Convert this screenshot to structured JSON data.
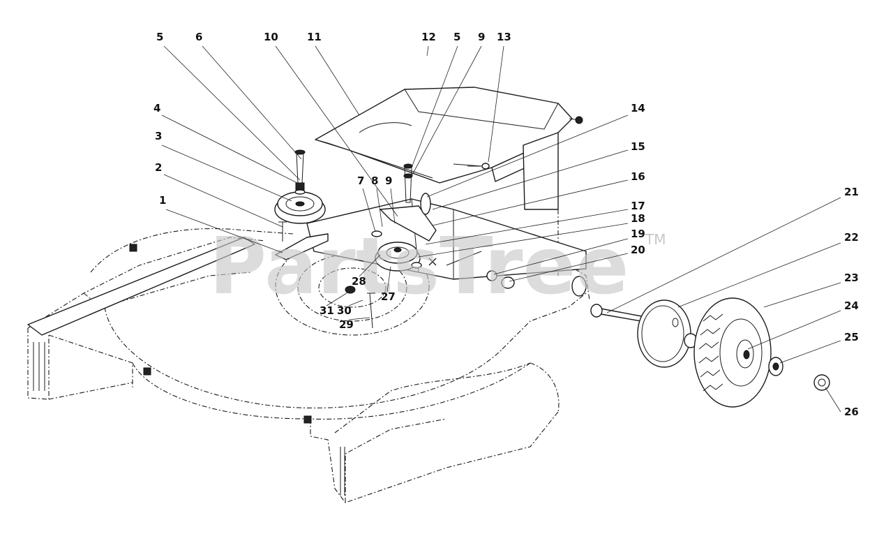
{
  "watermark": {
    "text": "PartsTree",
    "trademark": "TM"
  },
  "callouts": [
    {
      "id": "c1",
      "label": "1"
    },
    {
      "id": "c2",
      "label": "2"
    },
    {
      "id": "c3",
      "label": "3"
    },
    {
      "id": "c4",
      "label": "4"
    },
    {
      "id": "c5a",
      "label": "5"
    },
    {
      "id": "c6",
      "label": "6"
    },
    {
      "id": "c7",
      "label": "7"
    },
    {
      "id": "c8",
      "label": "8"
    },
    {
      "id": "c9a",
      "label": "9"
    },
    {
      "id": "c10",
      "label": "10"
    },
    {
      "id": "c11",
      "label": "11"
    },
    {
      "id": "c12",
      "label": "12"
    },
    {
      "id": "c5b",
      "label": "5"
    },
    {
      "id": "c9b",
      "label": "9"
    },
    {
      "id": "c13",
      "label": "13"
    },
    {
      "id": "c14",
      "label": "14"
    },
    {
      "id": "c15",
      "label": "15"
    },
    {
      "id": "c16",
      "label": "16"
    },
    {
      "id": "c17",
      "label": "17"
    },
    {
      "id": "c18",
      "label": "18"
    },
    {
      "id": "c19",
      "label": "19"
    },
    {
      "id": "c20",
      "label": "20"
    },
    {
      "id": "c21",
      "label": "21"
    },
    {
      "id": "c22",
      "label": "22"
    },
    {
      "id": "c23",
      "label": "23"
    },
    {
      "id": "c24",
      "label": "24"
    },
    {
      "id": "c25",
      "label": "25"
    },
    {
      "id": "c26",
      "label": "26"
    },
    {
      "id": "c27",
      "label": "27"
    },
    {
      "id": "c28",
      "label": "28"
    },
    {
      "id": "c29",
      "label": "29"
    },
    {
      "id": "c30",
      "label": "30"
    },
    {
      "id": "c31",
      "label": "31"
    }
  ]
}
